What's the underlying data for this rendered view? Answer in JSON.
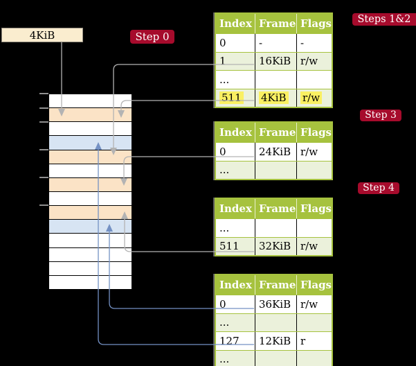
{
  "register_box": {
    "label": "4KiB"
  },
  "step_labels": {
    "step0": "Step 0",
    "steps12": "Steps 1&2",
    "step3": "Step 3",
    "step4": "Step 4"
  },
  "tables": [
    {
      "id": "level-1-table",
      "step": "Steps 1&2",
      "headers": [
        "Index",
        "Frame",
        "Flags"
      ],
      "rows": [
        {
          "cells": [
            "0",
            "-",
            "-"
          ],
          "shaded": false,
          "highlighted": false
        },
        {
          "cells": [
            "1",
            "16KiB",
            "r/w"
          ],
          "shaded": true,
          "highlighted": false
        },
        {
          "cells": [
            "...",
            "",
            ""
          ],
          "shaded": false,
          "highlighted": false
        },
        {
          "cells": [
            "511",
            "4KiB",
            "r/w"
          ],
          "shaded": true,
          "highlighted": true
        }
      ]
    },
    {
      "id": "level-2-table",
      "step": "Step 3",
      "headers": [
        "Index",
        "Frame",
        "Flags"
      ],
      "rows": [
        {
          "cells": [
            "0",
            "24KiB",
            "r/w"
          ],
          "shaded": false,
          "highlighted": false
        },
        {
          "cells": [
            "...",
            "",
            ""
          ],
          "shaded": true,
          "highlighted": false
        }
      ]
    },
    {
      "id": "level-3-table",
      "step": "Step 4",
      "headers": [
        "Index",
        "Frame",
        "Flags"
      ],
      "rows": [
        {
          "cells": [
            "...",
            "",
            ""
          ],
          "shaded": false,
          "highlighted": false
        },
        {
          "cells": [
            "511",
            "32KiB",
            "r/w"
          ],
          "shaded": true,
          "highlighted": false
        }
      ]
    },
    {
      "id": "level-4-table",
      "step": "",
      "headers": [
        "Index",
        "Frame",
        "Flags"
      ],
      "rows": [
        {
          "cells": [
            "0",
            "36KiB",
            "r/w"
          ],
          "shaded": false,
          "highlighted": false
        },
        {
          "cells": [
            "...",
            "",
            ""
          ],
          "shaded": true,
          "highlighted": false
        },
        {
          "cells": [
            "127",
            "12KiB",
            "r"
          ],
          "shaded": false,
          "highlighted": false
        },
        {
          "cells": [
            "...",
            "",
            ""
          ],
          "shaded": true,
          "highlighted": false
        }
      ]
    }
  ],
  "memory": {
    "frame_rows": [
      "white",
      "peach",
      "white",
      "blue",
      "peach",
      "white",
      "peach",
      "white",
      "peach",
      "blue",
      "white",
      "white",
      "white",
      "white"
    ]
  },
  "colors": {
    "background": "#000000",
    "table_green": "#a6c23e",
    "table_row_shaded": "#ebf1db",
    "highlight_yellow": "#faf062",
    "step_crimson": "#a60b2c",
    "register_cream": "#faedcf",
    "frame_peach": "#fbe3c6",
    "frame_blue": "#d7e4f3",
    "arrow_gray": "#b3b3b3",
    "arrow_blue": "#7491c4"
  }
}
